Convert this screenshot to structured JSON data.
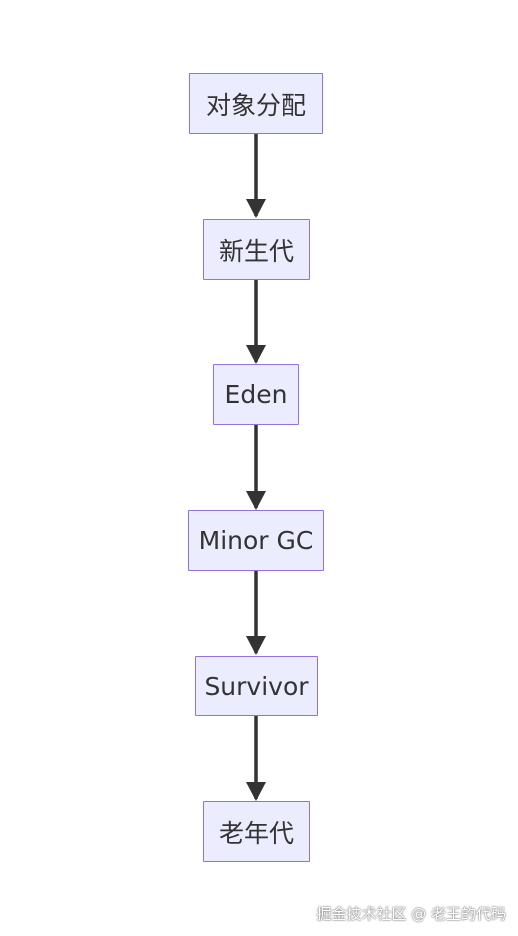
{
  "flowchart": {
    "nodes": [
      {
        "id": "n1",
        "label": "对象分配"
      },
      {
        "id": "n2",
        "label": "新生代"
      },
      {
        "id": "n3",
        "label": "Eden"
      },
      {
        "id": "n4",
        "label": "Minor GC"
      },
      {
        "id": "n5",
        "label": "Survivor"
      },
      {
        "id": "n6",
        "label": "老年代"
      }
    ],
    "edges": [
      {
        "from": "n1",
        "to": "n2"
      },
      {
        "from": "n2",
        "to": "n3"
      },
      {
        "from": "n3",
        "to": "n4"
      },
      {
        "from": "n4",
        "to": "n5"
      },
      {
        "from": "n5",
        "to": "n6"
      }
    ]
  },
  "colors": {
    "node_fill": "#ececff",
    "node_border": "#9370db",
    "edge": "#333333",
    "text": "#333333"
  },
  "watermark": "掘金技术社区 @ 老王的代码"
}
